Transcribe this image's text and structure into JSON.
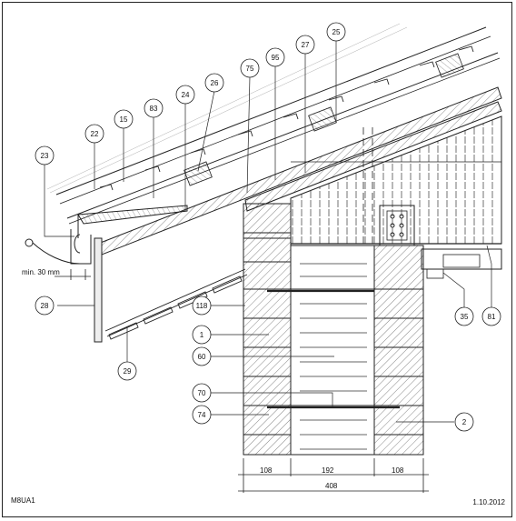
{
  "drawing": {
    "code": "M8UA1",
    "date": "1.10.2012",
    "min_gap_label": "min. 30 mm",
    "dimensions": {
      "segment_1": "108",
      "segment_2": "192",
      "segment_3": "108",
      "total": "408"
    },
    "callouts": [
      "23",
      "22",
      "15",
      "83",
      "24",
      "26",
      "75",
      "95",
      "27",
      "25",
      "28",
      "118",
      "1",
      "60",
      "70",
      "74",
      "29",
      "2",
      "35",
      "81"
    ],
    "colors": {
      "line": "#222222",
      "background": "#ffffff"
    }
  }
}
